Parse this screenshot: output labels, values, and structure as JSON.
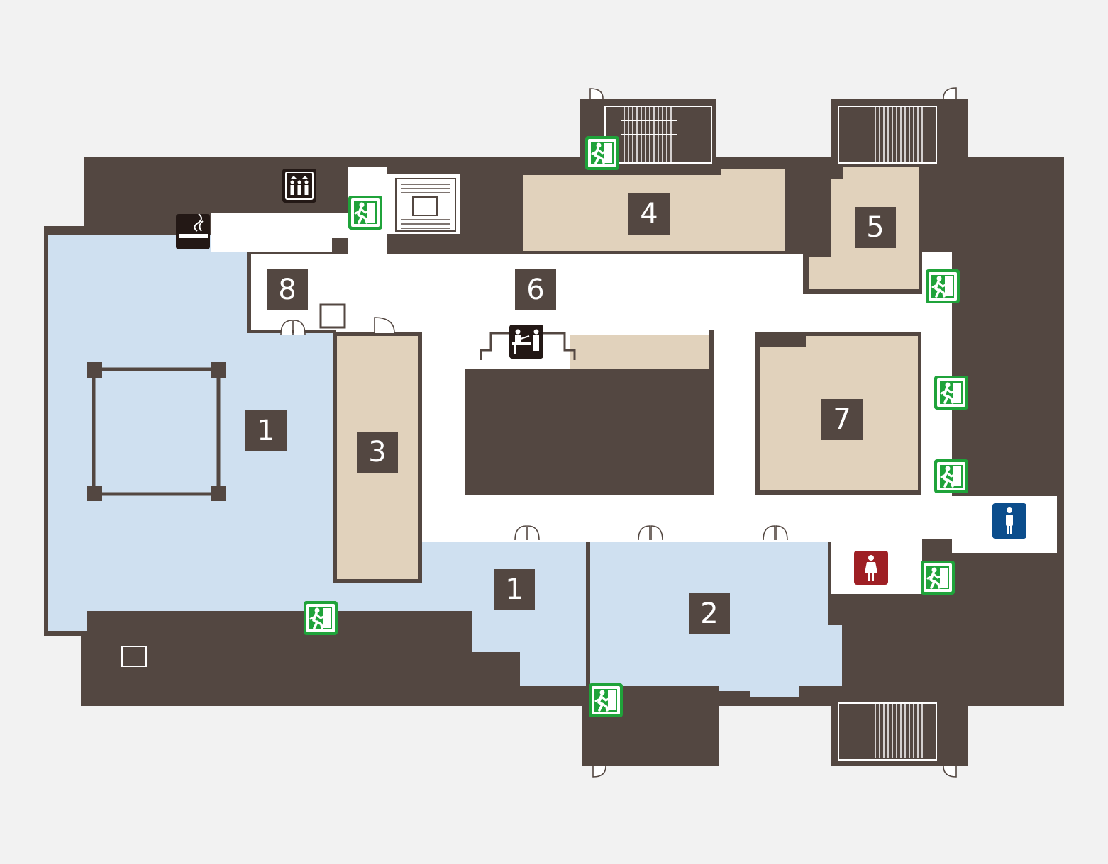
{
  "colors": {
    "background": "#f2f2f2",
    "wall": "#534741",
    "hall_blue": "#cfe0f0",
    "room_beige": "#e1d2bc",
    "corridor": "#ffffff",
    "exit_green": "#1fa33a",
    "restroom_women": "#9e1f24",
    "restroom_men": "#0b4d8c"
  },
  "room_labels": [
    {
      "id": "hall-1-main",
      "text": "1"
    },
    {
      "id": "hall-1-south",
      "text": "1"
    },
    {
      "id": "hall-2",
      "text": "2"
    },
    {
      "id": "room-3",
      "text": "3"
    },
    {
      "id": "room-4",
      "text": "4"
    },
    {
      "id": "room-5",
      "text": "5"
    },
    {
      "id": "lobby-6",
      "text": "6"
    },
    {
      "id": "room-7",
      "text": "7"
    },
    {
      "id": "room-8",
      "text": "8"
    }
  ],
  "facility_icons": [
    "elevator-icon",
    "smoking-area-icon",
    "reception-desk-icon",
    "restroom-women-icon",
    "restroom-men-icon",
    "emergency-exit-icon"
  ]
}
